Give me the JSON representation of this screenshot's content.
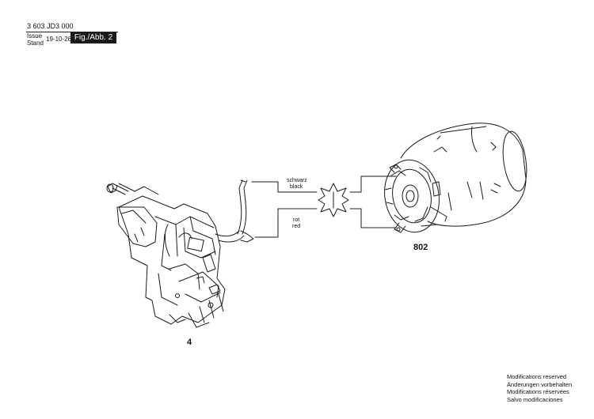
{
  "header": {
    "doc_number": "3 603 JD3 000",
    "issue_label_1": "Issue",
    "issue_label_2": "Stand",
    "issue_date": "19-10-26",
    "figure_label": "Fig./Abb. 2"
  },
  "wires": {
    "top_label_de": "schwarz",
    "top_label_en": "black",
    "bottom_label_de": "rot",
    "bottom_label_en": "red"
  },
  "parts": {
    "switch_number": "4",
    "motor_number": "802"
  },
  "footer": {
    "line1": "Modifications reserved",
    "line2": "Änderungen vorbehalten",
    "line3": "Modifications réservées",
    "line4": "Salvo modificaciones"
  }
}
